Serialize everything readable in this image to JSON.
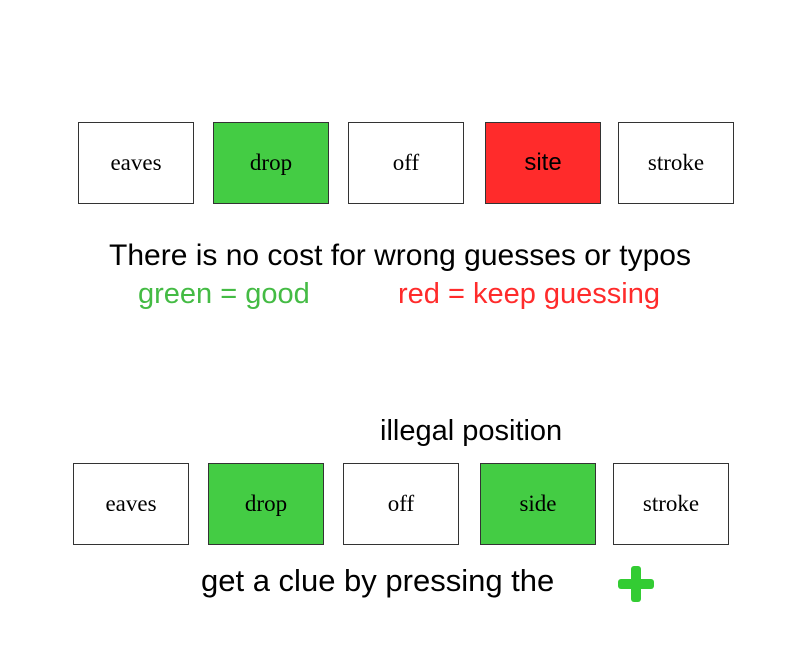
{
  "colors": {
    "good": "#44cc44",
    "bad": "#ff2b2b",
    "good_text": "#44bb44",
    "bad_text": "#ff2b2b",
    "plus": "#33cc33"
  },
  "top_row": [
    {
      "word": "eaves",
      "state": "neutral"
    },
    {
      "word": "drop",
      "state": "good"
    },
    {
      "word": "off",
      "state": "neutral"
    },
    {
      "word": "site",
      "state": "bad"
    },
    {
      "word": "stroke",
      "state": "neutral"
    }
  ],
  "instructions": {
    "main": "There is no cost for wrong guesses or typos",
    "good": "green = good",
    "bad": "red = keep guessing"
  },
  "bottom_row_label": "illegal position",
  "bottom_row": [
    {
      "word": "eaves",
      "state": "neutral"
    },
    {
      "word": "drop",
      "state": "good"
    },
    {
      "word": "off",
      "state": "neutral"
    },
    {
      "word": "side",
      "state": "good"
    },
    {
      "word": "stroke",
      "state": "neutral"
    }
  ],
  "clue_text": "get a clue by pressing the",
  "clue_icon": "plus-icon"
}
